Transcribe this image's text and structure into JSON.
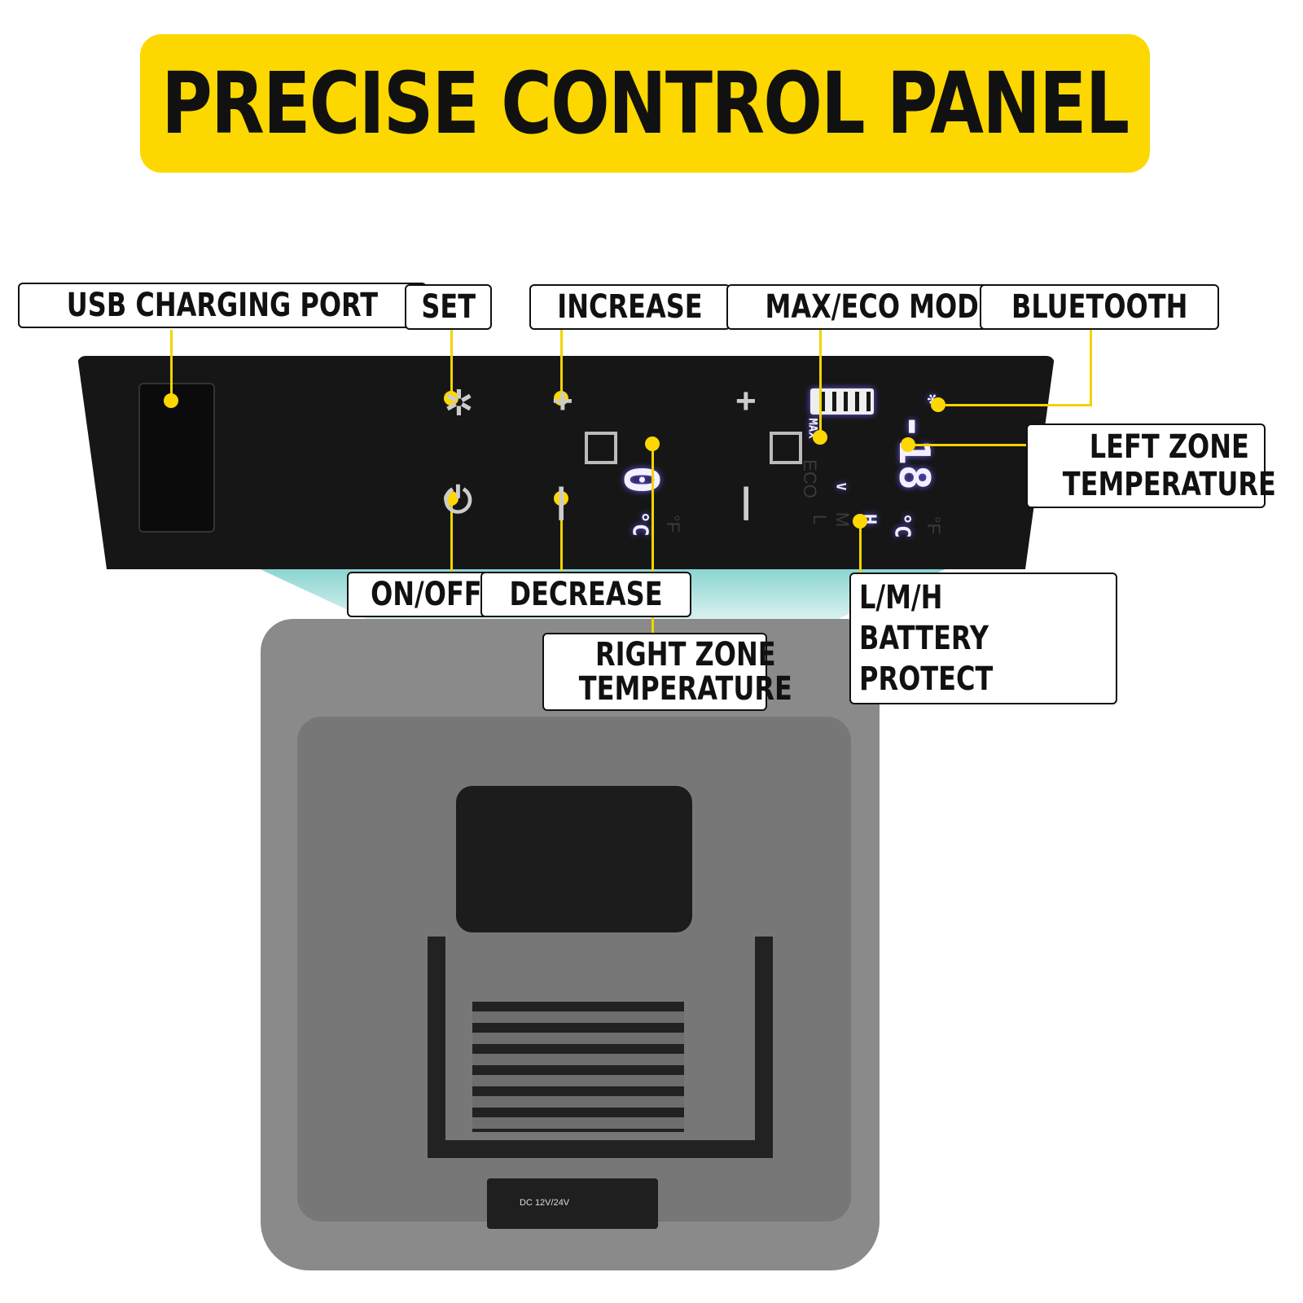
{
  "title": "PRECISE CONTROL PANEL",
  "labels": {
    "usb": "USB CHARGING PORT",
    "set": "SET",
    "increase": "INCREASE",
    "mode": "MAX/ECO MODE",
    "bluetooth": "BLUETOOTH",
    "left_zone": "LEFT ZONE TEMPERATURE",
    "onoff": "ON/OFF",
    "decrease": "DECREASE",
    "right_zone": "RIGHT ZONE TEMPERATURE",
    "battery": "L/M/H BATTERY PROTECT"
  },
  "display": {
    "right_temp": "0",
    "left_temp": "-18",
    "unit_c": "°C",
    "unit_f": "°F",
    "max": "MAX",
    "eco": "ECO",
    "low": "L",
    "mid": "M",
    "high": "H",
    "volt": "V"
  },
  "device": {
    "dc_label": "DC 12V/24V"
  },
  "colors": {
    "accent": "#fcd800",
    "panel": "#161616",
    "display": "#f4f0ff"
  }
}
